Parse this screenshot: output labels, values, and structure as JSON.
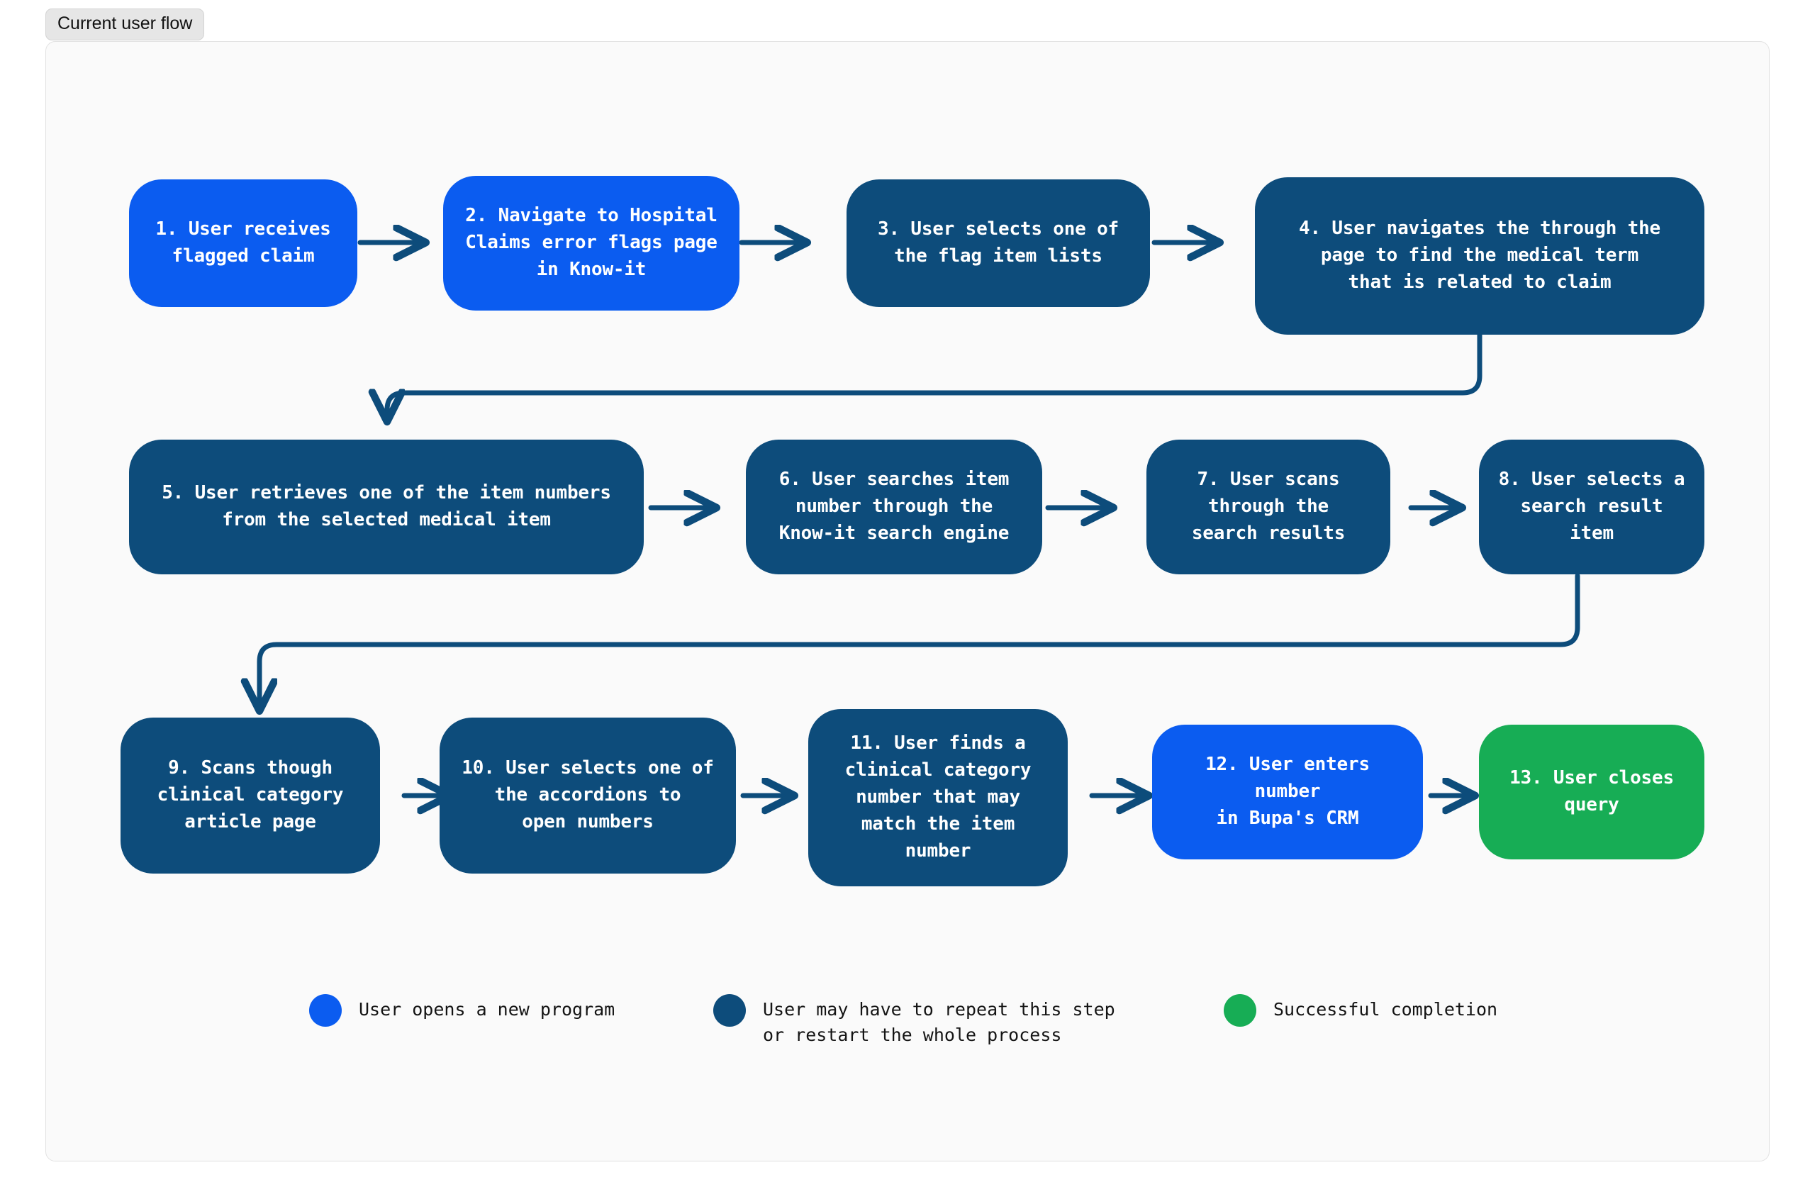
{
  "header": {
    "title_chip": "Current user flow"
  },
  "colors": {
    "program": "#0b5cf0",
    "repeat": "#0d4c7b",
    "success": "#17ad55",
    "connector": "#0d4c7b",
    "canvas_bg": "#fafafa",
    "canvas_border": "#e2e2e2",
    "chip_bg": "#e6e6e6"
  },
  "flow": {
    "nodes": [
      {
        "id": 1,
        "number": "1.",
        "text": "1. User receives\nflagged claim",
        "type": "program"
      },
      {
        "id": 2,
        "number": "2.",
        "text": "2. Navigate to Hospital\nClaims error flags page\nin Know-it",
        "type": "program"
      },
      {
        "id": 3,
        "number": "3.",
        "text": "3. User selects one of\nthe flag item lists",
        "type": "repeat"
      },
      {
        "id": 4,
        "number": "4.",
        "text": "4. User navigates the through the\npage to find the medical term\nthat is related to claim",
        "type": "repeat"
      },
      {
        "id": 5,
        "number": "5.",
        "text": "5. User retrieves one of the item numbers\nfrom the selected medical item",
        "type": "repeat"
      },
      {
        "id": 6,
        "number": "6.",
        "text": "6. User searches item\nnumber through the\nKnow-it search engine",
        "type": "repeat"
      },
      {
        "id": 7,
        "number": "7.",
        "text": "7. User scans\nthrough the\nsearch results",
        "type": "repeat"
      },
      {
        "id": 8,
        "number": "8.",
        "text": "8. User selects a\nsearch result\nitem",
        "type": "repeat"
      },
      {
        "id": 9,
        "number": "9.",
        "text": "9. Scans though\nclinical category\narticle page",
        "type": "repeat"
      },
      {
        "id": 10,
        "number": "10.",
        "text": "10. User selects one of\nthe accordions to\nopen numbers",
        "type": "repeat"
      },
      {
        "id": 11,
        "number": "11.",
        "text": "11. User finds a\nclinical category\nnumber that may\nmatch the item\nnumber",
        "type": "repeat"
      },
      {
        "id": 12,
        "number": "12.",
        "text": "12. User enters number\nin Bupa's CRM",
        "type": "program"
      },
      {
        "id": 13,
        "number": "13.",
        "text": "13. User closes\nquery",
        "type": "success"
      }
    ]
  },
  "legend": {
    "items": [
      {
        "type": "program",
        "label": "User opens a new program"
      },
      {
        "type": "repeat",
        "label": "User may have to repeat this step\nor restart the whole process"
      },
      {
        "type": "success",
        "label": "Successful completion"
      }
    ]
  }
}
